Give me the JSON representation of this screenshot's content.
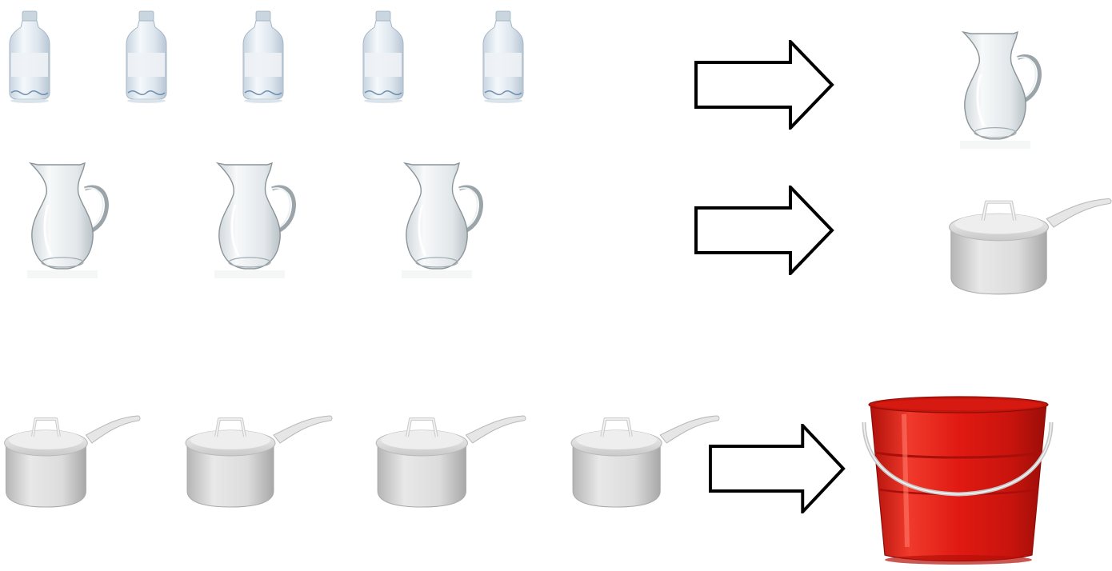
{
  "rows": [
    {
      "inputs": [
        "water-bottle",
        "water-bottle",
        "water-bottle",
        "water-bottle",
        "water-bottle"
      ],
      "count": 5,
      "result": "glass-jug"
    },
    {
      "inputs": [
        "glass-jug",
        "glass-jug",
        "glass-jug"
      ],
      "count": 3,
      "result": "saucepan"
    },
    {
      "inputs": [
        "saucepan",
        "saucepan",
        "saucepan",
        "saucepan"
      ],
      "count": 4,
      "result": "red-bucket"
    }
  ],
  "colors": {
    "background": "#ffffff",
    "bottle_glass": "#dfe8f0",
    "bottle_cap": "#c9d5df",
    "jug_glass": "#e4e8ea",
    "jug_outline": "#8a9499",
    "pot_body": "#d6d6d6",
    "pot_shadow": "#a9a9a9",
    "bucket_red": "#e01a12",
    "bucket_dark": "#a80f0a",
    "bucket_handle": "#c8c8c8",
    "arrow_stroke": "#000000",
    "arrow_fill": "#ffffff"
  }
}
